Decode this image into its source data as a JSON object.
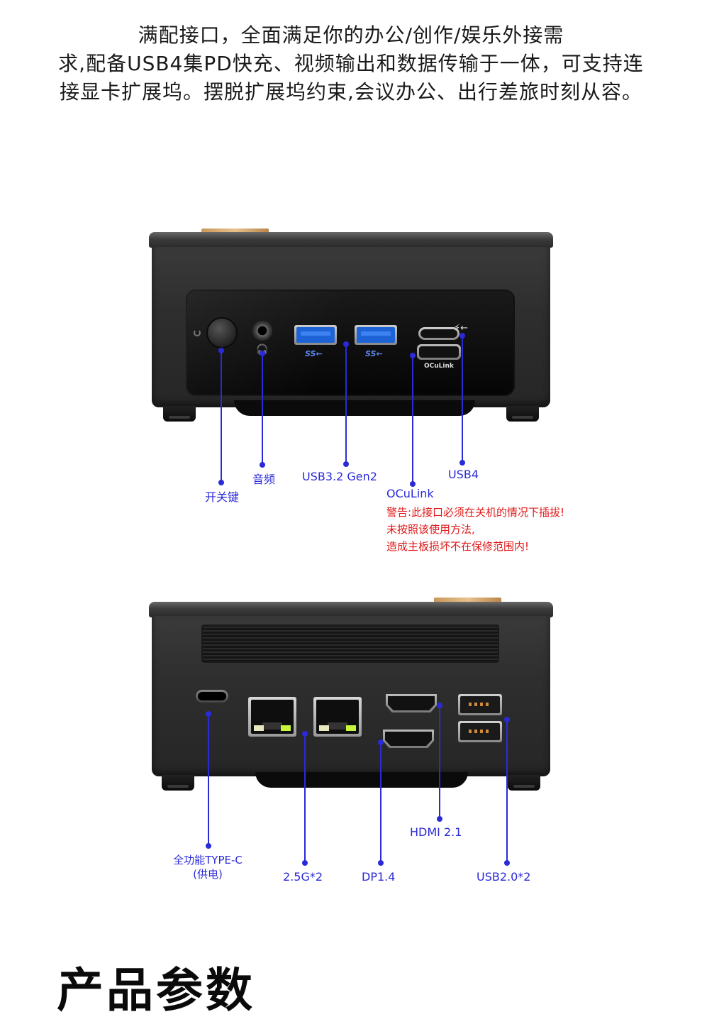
{
  "intro": {
    "line1": "满配接口，全面满足你的办公/创作/娱乐外接需",
    "line2": "求,配备USB4集PD快充、视频输出和数据传输于一体，可支持连",
    "line3": "接显卡扩展坞。摆脱扩展坞约束,会议办公、出行差旅时刻从容。"
  },
  "front": {
    "oculink_port_text": "OCuLink",
    "labels": {
      "power": "开关键",
      "audio": "音频",
      "usb32": "USB3.2 Gen2",
      "oculink": "OCuLink",
      "usb4": "USB4"
    },
    "warning": {
      "line1": "警告:此接口必须在关机的情况下插拔!",
      "line2": "未按照该使用方法,",
      "line3": "造成主板损坏不在保修范围内!"
    }
  },
  "back": {
    "labels": {
      "typec_line1": "全功能TYPE-C",
      "typec_line2": "(供电)",
      "lan": "2.5G*2",
      "dp": "DP1.4",
      "hdmi": "HDMI 2.1",
      "usb20": "USB2.0*2"
    }
  },
  "section_title": "产品参数",
  "colors": {
    "callout": "#2a2ad8",
    "warning": "#e01818",
    "usb3_blue": "#1e63d6"
  },
  "icons": [
    "power-button-icon",
    "headphone-icon",
    "superspeed-icon",
    "thunderbolt-icon"
  ]
}
